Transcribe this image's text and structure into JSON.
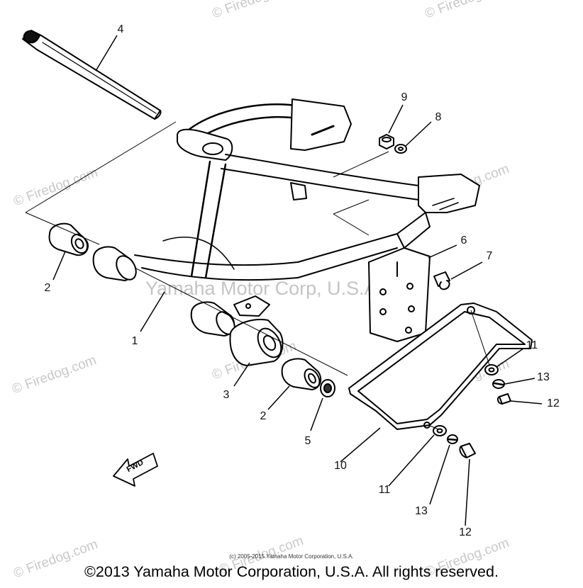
{
  "watermarks": {
    "site": "© Firedog.com",
    "center": "Yamaha Motor Corp, U.S.A."
  },
  "callouts": {
    "c1": "1",
    "c2a": "2",
    "c2b": "2",
    "c3": "3",
    "c4": "4",
    "c5": "5",
    "c6": "6",
    "c7": "7",
    "c8": "8",
    "c9": "9",
    "c10": "10",
    "c11a": "11",
    "c11b": "11",
    "c12a": "12",
    "c12b": "12",
    "c13a": "13",
    "c13b": "13"
  },
  "direction_marker": "FWD",
  "footer": {
    "small_copyright": "(c) 2005-2015 Yamaha Motor Corporation, U.S.A.",
    "main_copyright": "©2013 Yamaha Motor Corporation, U.S.A. All rights reserved."
  }
}
